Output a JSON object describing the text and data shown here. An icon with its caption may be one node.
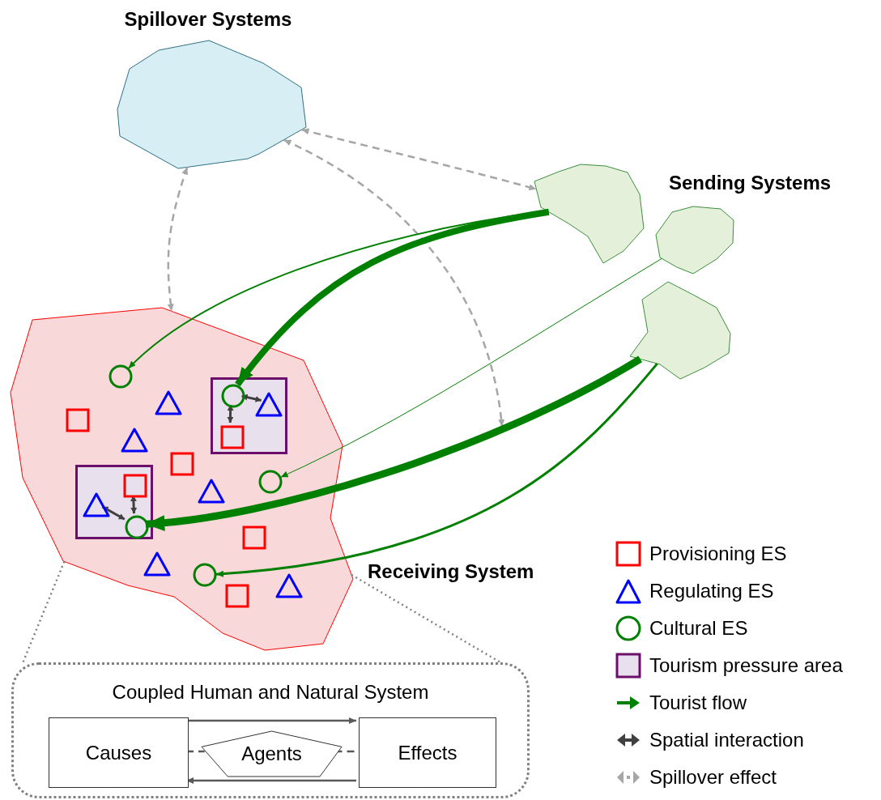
{
  "diagram": {
    "nodes": [
      {
        "text": [
          "Spillover Systems"
        ]
      },
      {
        "text": [],
        "shape": "polygon"
      },
      {
        "text": [],
        "shape": "polygon"
      },
      {
        "text": [],
        "shape": "polygon"
      },
      {
        "text": [],
        "shape": "polygon",
        "beside": [
          "Receiving System"
        ]
      },
      {
        "text": [],
        "shape": "box",
        "in": 4
      },
      {
        "text": [],
        "shape": "circle",
        "in": 5
      },
      {
        "text": [],
        "shape": "triangle",
        "in": 5
      },
      {
        "text": [],
        "shape": "square",
        "in": 5
      },
      {
        "text": [],
        "shape": "box",
        "in": 4
      },
      {
        "text": [],
        "shape": "square",
        "in": 9
      },
      {
        "text": [],
        "shape": "triangle",
        "in": 9
      },
      {
        "text": [],
        "shape": "circle",
        "in": 9
      },
      {
        "text": [],
        "shape": "circle",
        "in": 4
      },
      {
        "text": [],
        "shape": "triangle",
        "in": 4
      },
      {
        "text": [],
        "shape": "square",
        "in": 4
      },
      {
        "text": [],
        "shape": "triangle",
        "in": 4
      },
      {
        "text": [],
        "shape": "square",
        "in": 4
      },
      {
        "text": [],
        "shape": "circle",
        "in": 4
      },
      {
        "text": [],
        "shape": "triangle",
        "in": 4
      },
      {
        "text": [],
        "shape": "square",
        "in": 4
      },
      {
        "text": [],
        "shape": "triangle",
        "in": 4
      },
      {
        "text": [],
        "shape": "circle",
        "in": 4
      },
      {
        "text": [],
        "shape": "triangle",
        "in": 4
      },
      {
        "text": [],
        "shape": "square",
        "in": 4
      },
      {
        "text": [
          "Coupled Human and Natural System"
        ]
      },
      {
        "text": [
          "Causes"
        ],
        "in": 25
      },
      {
        "text": [
          "Agents"
        ],
        "in": 25
      },
      {
        "text": [
          "Effects"
        ],
        "in": 25
      }
    ],
    "edges": [
      {
        "from": 0,
        "to": 4,
        "arrow": "both",
        "style": "dashed",
        "color": "#a6a6a6"
      },
      {
        "from": 0,
        "to": 1,
        "arrow": "both",
        "style": "dashed",
        "color": "#a6a6a6"
      },
      {
        "from": 0,
        "to": null,
        "arrow": "both",
        "style": "dashed",
        "color": "#a6a6a6"
      },
      {
        "from": 1,
        "to": 13,
        "arrow": "to",
        "color": "#008000"
      },
      {
        "from": 1,
        "to": 6,
        "arrow": "to",
        "style": "thick",
        "color": "#008000"
      },
      {
        "from": 2,
        "to": 18,
        "arrow": "to",
        "color": "#008000"
      },
      {
        "from": 3,
        "to": 12,
        "arrow": "to",
        "style": "thick",
        "color": "#008000"
      },
      {
        "from": 3,
        "to": 22,
        "arrow": "to",
        "color": "#008000"
      },
      {
        "from": 6,
        "to": 7,
        "arrow": "both",
        "color": "#404040"
      },
      {
        "from": 6,
        "to": 8,
        "arrow": "both",
        "color": "#404040"
      },
      {
        "from": 11,
        "to": 12,
        "arrow": "both",
        "color": "#404040"
      },
      {
        "from": 10,
        "to": 12,
        "arrow": "both",
        "color": "#404040"
      },
      {
        "from": 26,
        "to": 28,
        "arrow": "to"
      },
      {
        "from": 28,
        "to": 26,
        "arrow": "to"
      },
      {
        "from": 26,
        "to": 27,
        "arrow": "none",
        "style": "dashed"
      },
      {
        "from": 27,
        "to": 28,
        "arrow": "none",
        "style": "dashed"
      },
      {
        "from": 4,
        "to": 25,
        "arrow": "none",
        "style": "dashed",
        "color": "#808080"
      },
      {
        "from": 4,
        "to": 25,
        "arrow": "none",
        "style": "dashed",
        "color": "#808080"
      }
    ],
    "labels": [
      "Sending Systems"
    ],
    "legend": [
      {
        "text": "Provisioning ES"
      },
      {
        "text": "Regulating ES"
      },
      {
        "text": "Cultural ES"
      },
      {
        "text": "Tourism pressure area"
      },
      {
        "text": "Tourist flow"
      },
      {
        "text": "Spatial interaction"
      },
      {
        "text": "Spillover effect"
      }
    ]
  }
}
